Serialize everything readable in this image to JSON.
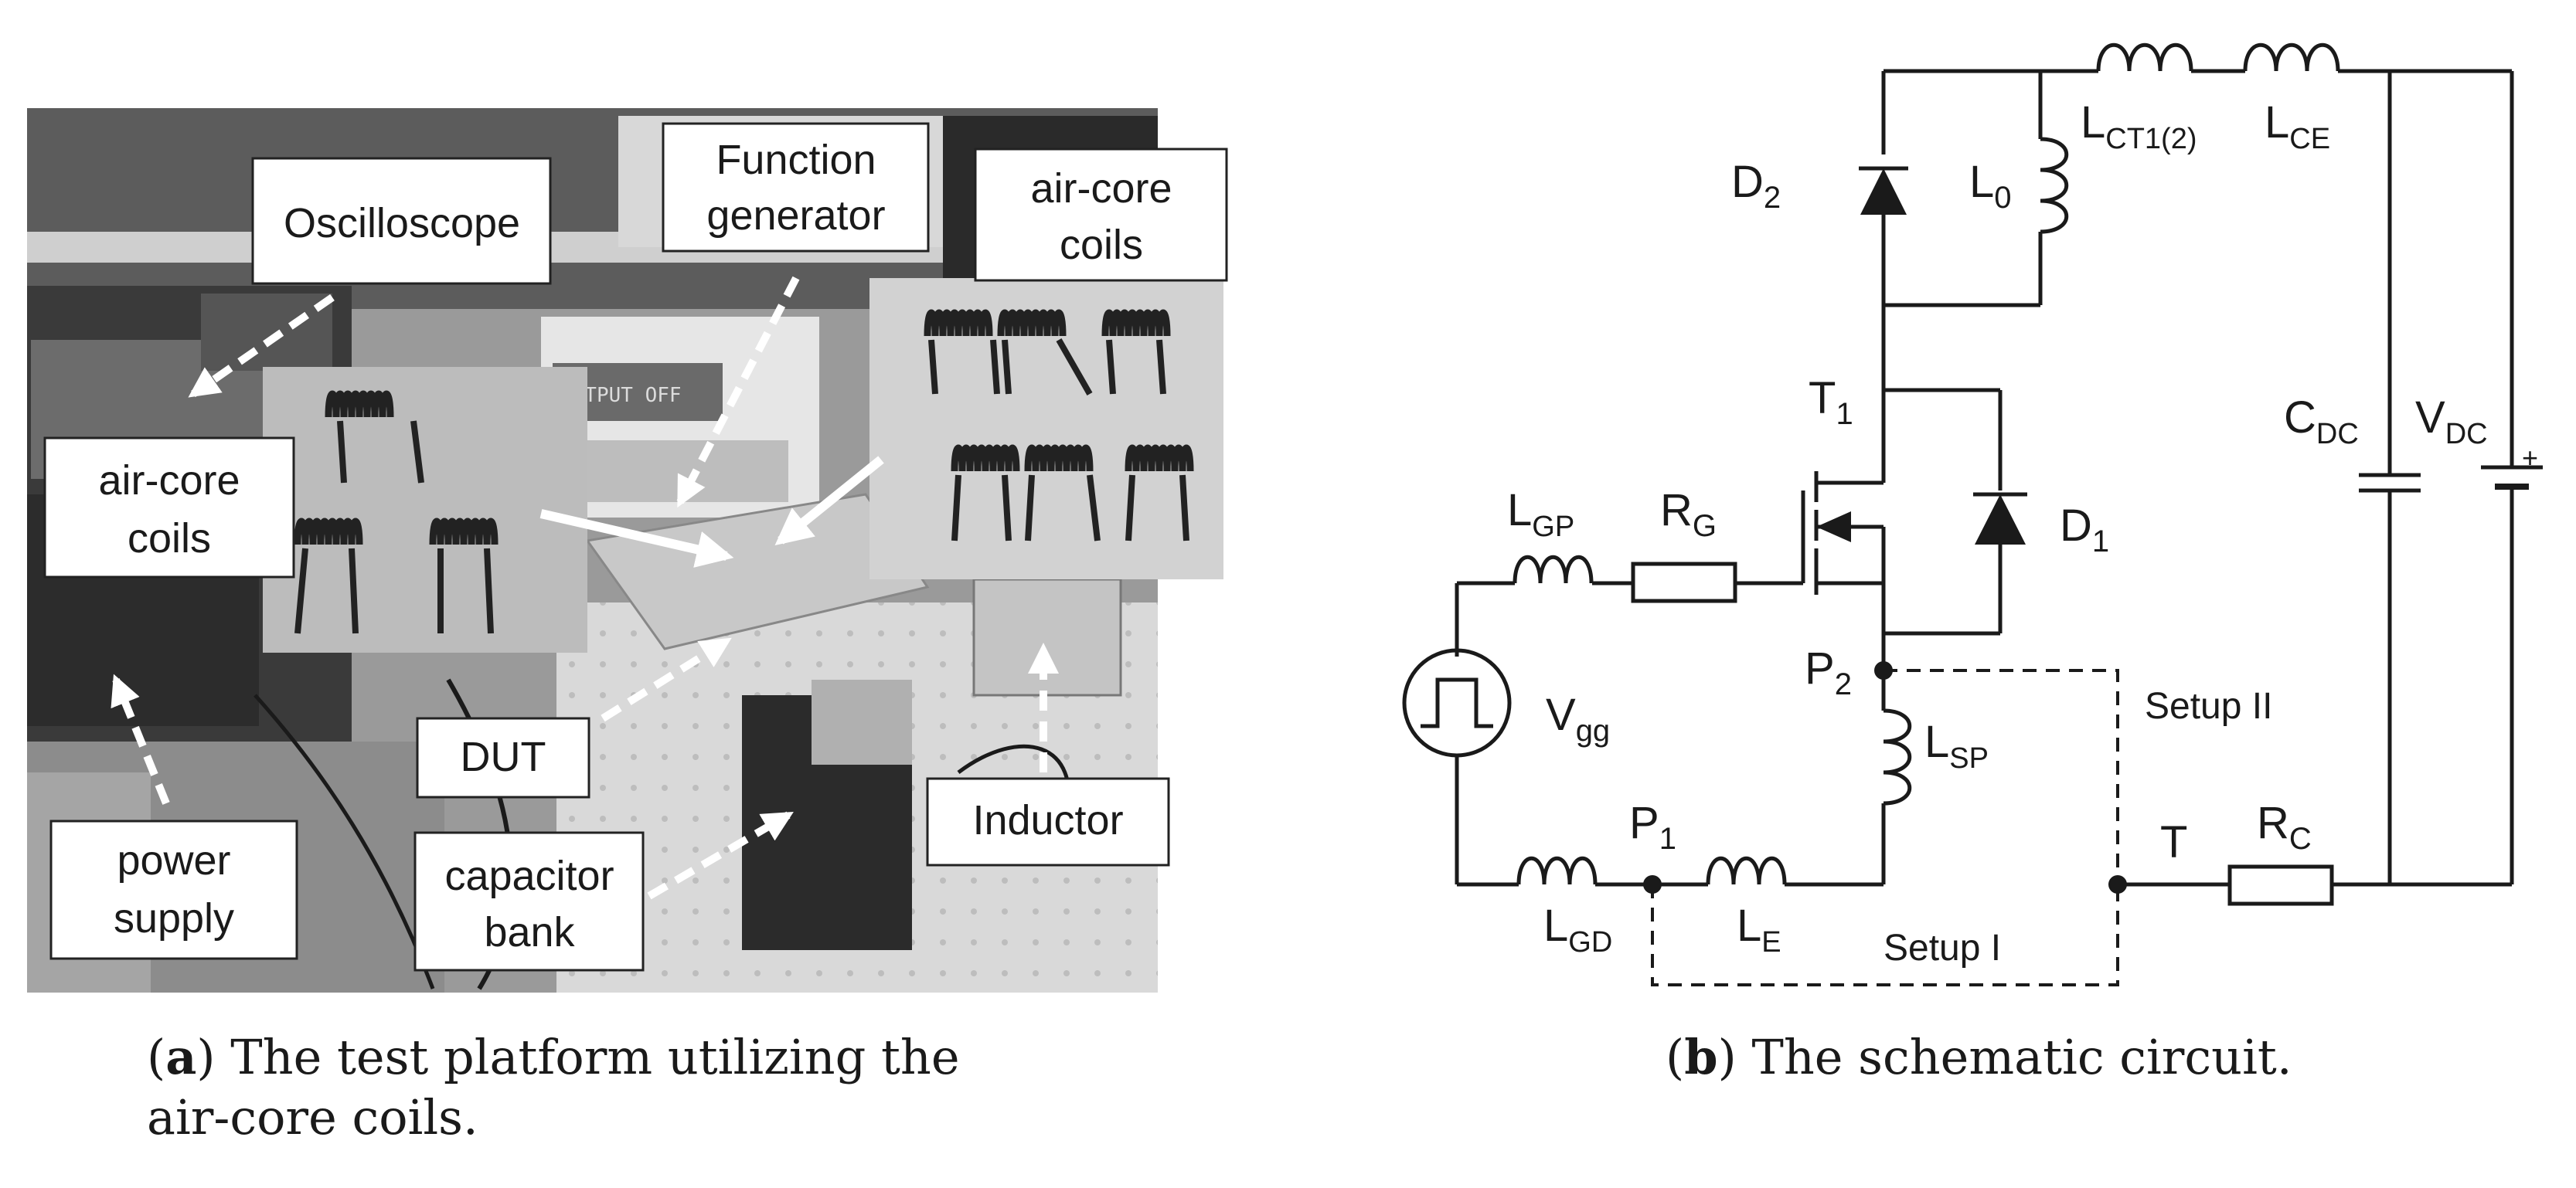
{
  "panel_a": {
    "labels": {
      "oscilloscope": "Oscilloscope",
      "function_generator_1": "Function",
      "function_generator_2": "generator",
      "air_core_right_1": "air-core",
      "air_core_right_2": "coils",
      "air_core_left_1": "air-core",
      "air_core_left_2": "coils",
      "dut": "DUT",
      "capacitor_1": "capacitor",
      "capacitor_2": "bank",
      "inductor": "Inductor",
      "power_1": "power",
      "power_2": "supply",
      "screen_text": "OUTPUT OFF"
    },
    "caption_letter": "a",
    "caption_line1": "The test platform utilizing the",
    "caption_line2": "air-core coils."
  },
  "panel_b": {
    "components": {
      "D2": {
        "base": "D",
        "sub": "2"
      },
      "L0": {
        "base": "L",
        "sub": "0"
      },
      "LCT": {
        "base": "L",
        "sub": "CT1(2)"
      },
      "LCE": {
        "base": "L",
        "sub": "CE"
      },
      "T1": {
        "base": "T",
        "sub": "1"
      },
      "CDC": {
        "base": "C",
        "sub": "DC"
      },
      "VDC": {
        "base": "V",
        "sub": "DC"
      },
      "LGP": {
        "base": "L",
        "sub": "GP"
      },
      "RG": {
        "base": "R",
        "sub": "G"
      },
      "D1": {
        "base": "D",
        "sub": "1"
      },
      "P2": {
        "base": "P",
        "sub": "2"
      },
      "Vgg": {
        "base": "V",
        "sub": "gg"
      },
      "LSP": {
        "base": "L",
        "sub": "SP"
      },
      "P1": {
        "base": "P",
        "sub": "1"
      },
      "LGD": {
        "base": "L",
        "sub": "GD"
      },
      "LE": {
        "base": "L",
        "sub": "E"
      },
      "T": {
        "base": "T",
        "sub": ""
      },
      "RC": {
        "base": "R",
        "sub": "C"
      }
    },
    "setup_1": "Setup I",
    "setup_2": "Setup II",
    "battery_plus": "+",
    "caption_letter": "b",
    "caption_text": "The schematic circuit."
  }
}
